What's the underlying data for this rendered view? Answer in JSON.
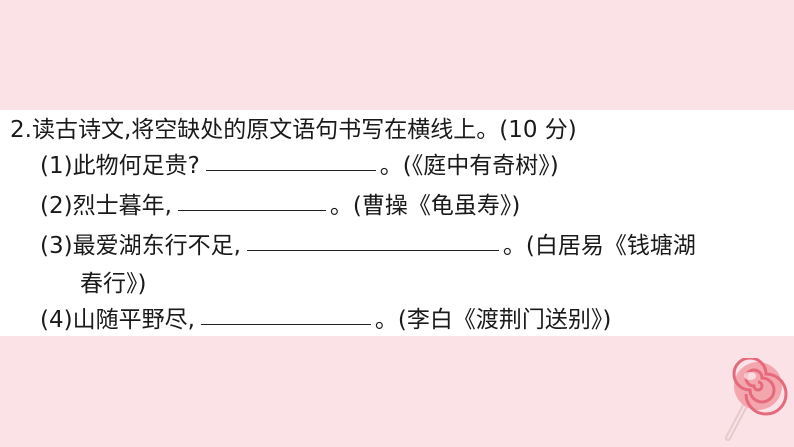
{
  "question": {
    "heading": "2.读古诗文,将空缺处的原文语句书写在横线上。(10 分)",
    "items": [
      {
        "prefix": "(1)此物何足贵?",
        "suffix": "。(《庭中有奇树》)"
      },
      {
        "prefix": "(2)烈士暮年,",
        "suffix": "。(曹操《龟虽寿》)"
      },
      {
        "prefix": "(3)最爱湖东行不足,",
        "suffix": "。(白居易《钱塘湖"
      },
      {
        "continuation": "春行》)"
      },
      {
        "prefix": "(4)山随平野尽,",
        "suffix": "。(李白《渡荆门送别》)"
      }
    ]
  },
  "decoration": {
    "icon": "lollipop-icon",
    "colors": {
      "candy": "#f4a6ae",
      "swirl": "#e46a7c",
      "stick": "#e8c9cd"
    }
  },
  "colors": {
    "background": "#fbe2e6",
    "content": "#ffffff",
    "text": "#1a1a1a"
  }
}
